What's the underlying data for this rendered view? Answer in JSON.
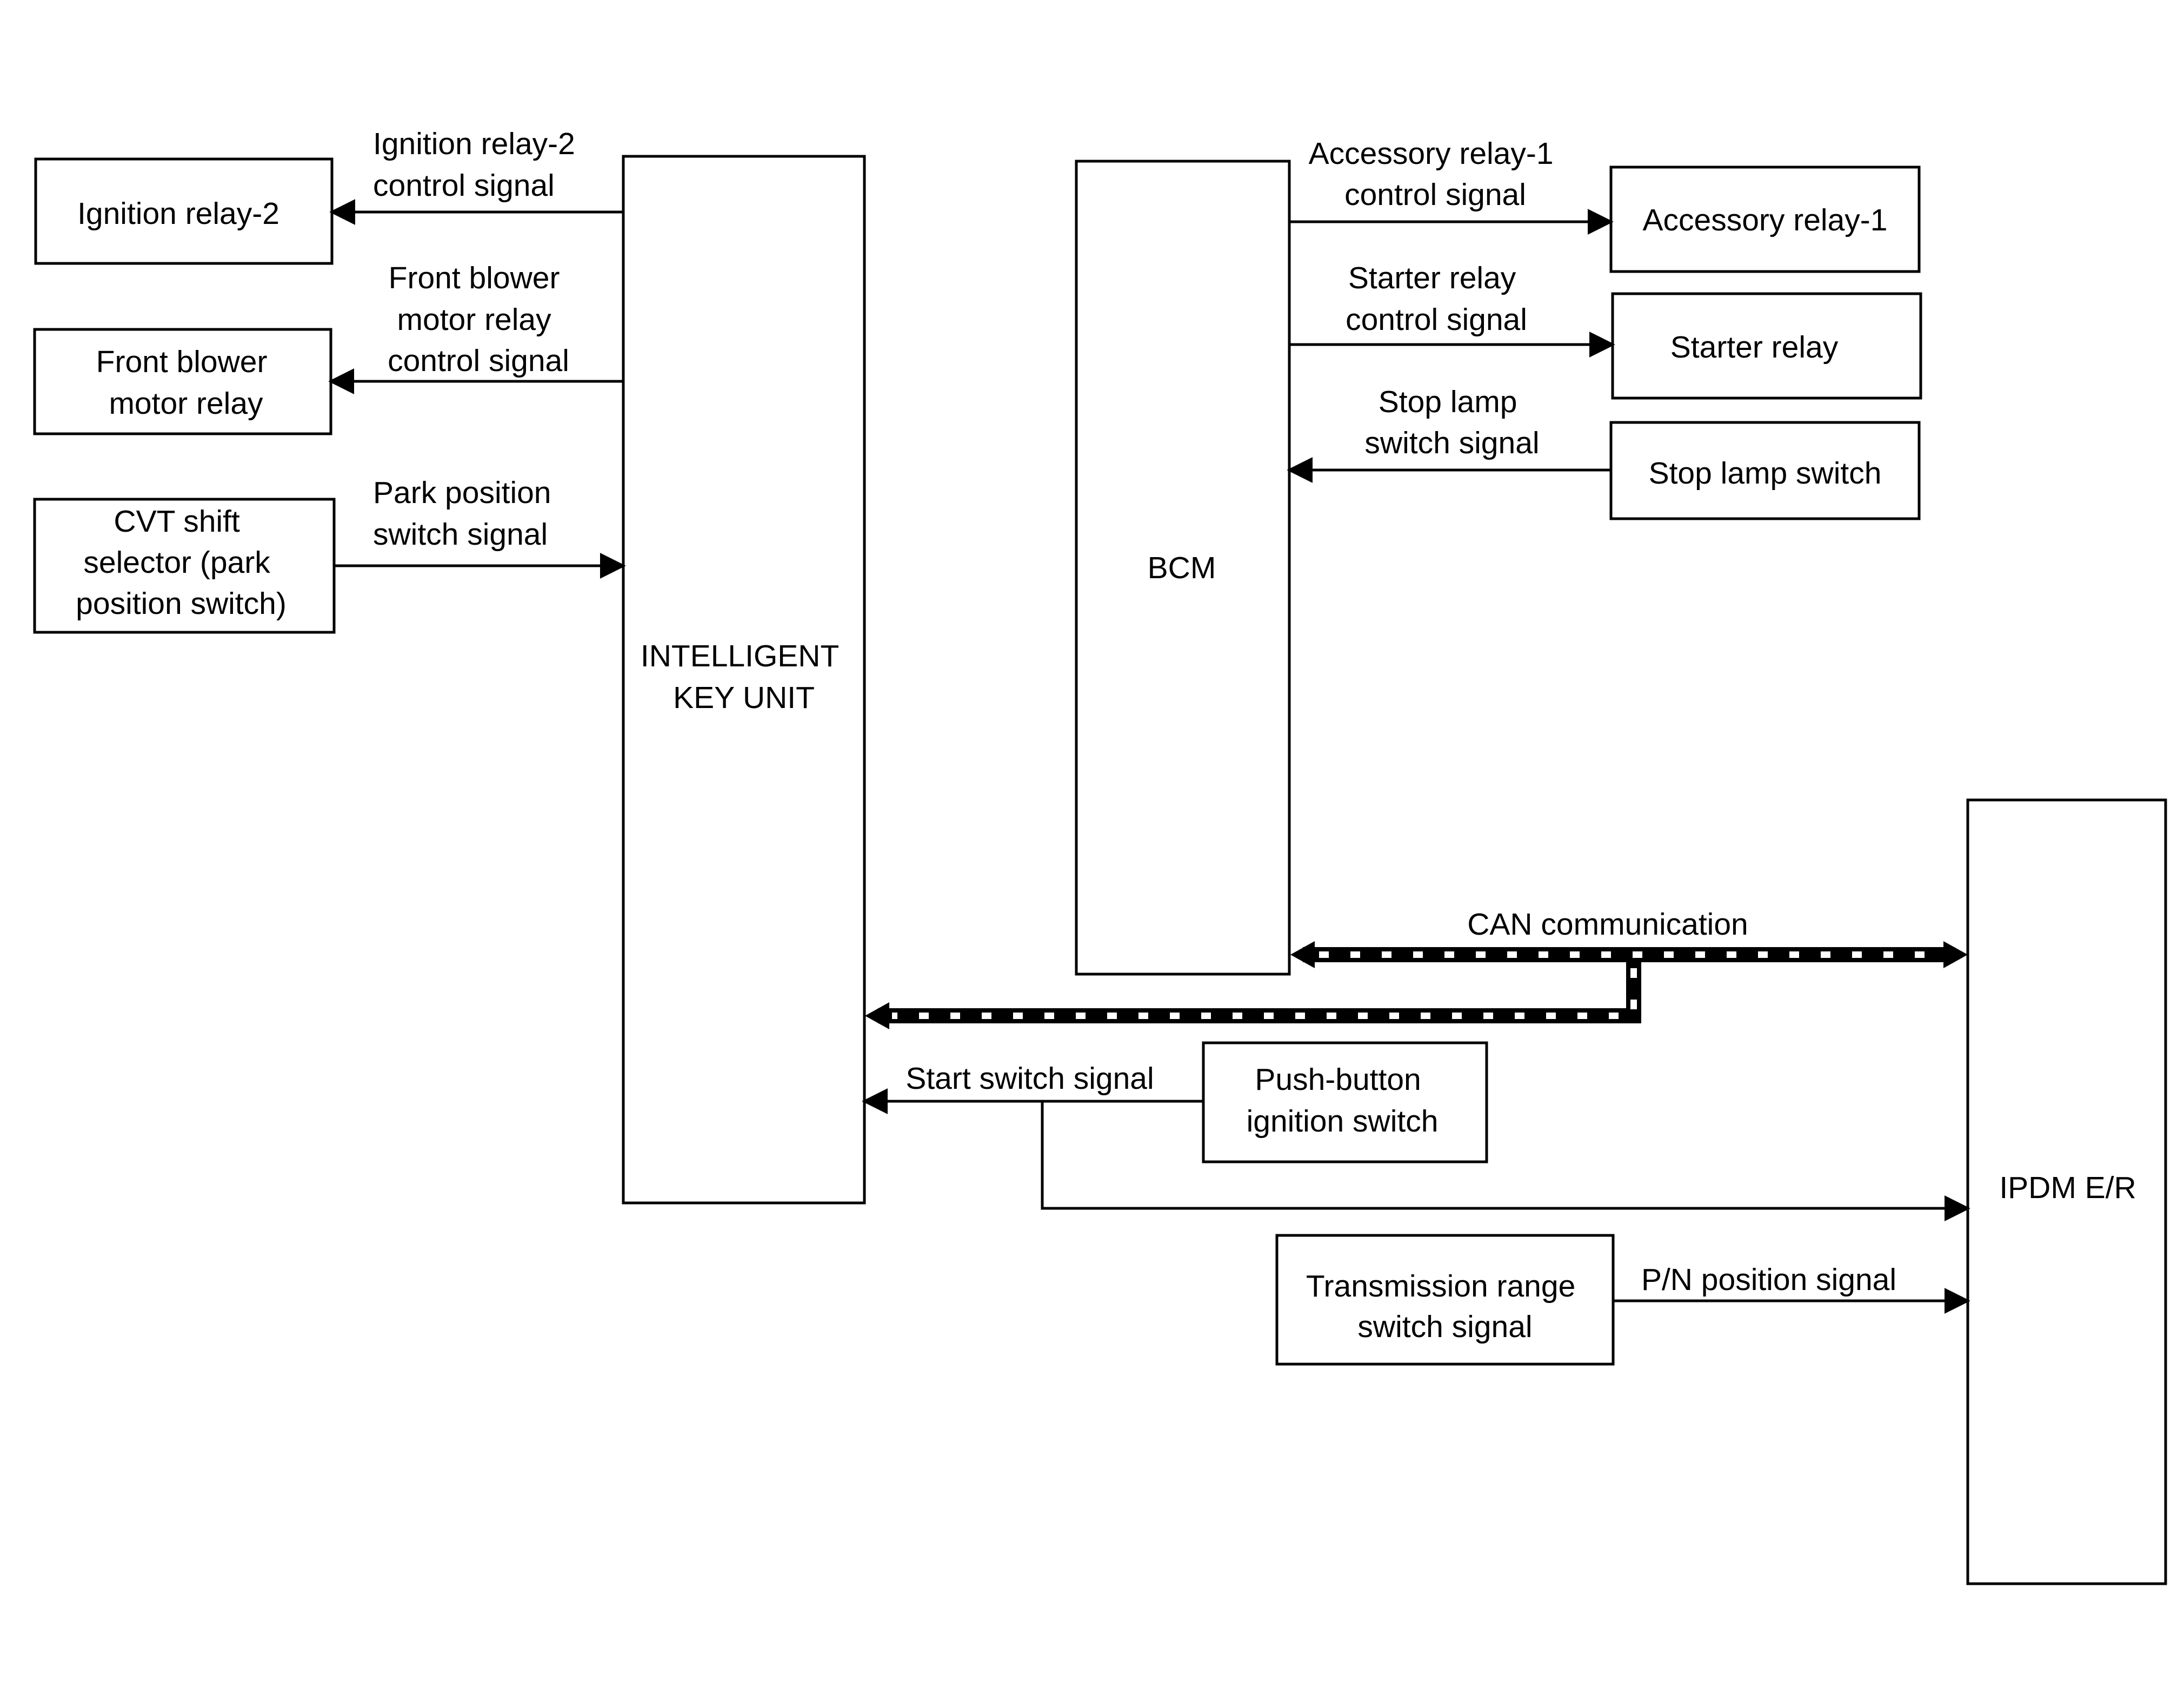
{
  "components": {
    "ignition_relay_2": [
      "Ignition relay-2"
    ],
    "front_blower_motor_relay": [
      "Front blower",
      "motor relay"
    ],
    "cvt_shift_selector": [
      "CVT shift",
      "selector (park",
      "position switch)"
    ],
    "intelligent_key_unit": [
      "INTELLIGENT",
      "KEY UNIT"
    ],
    "bcm": [
      "BCM"
    ],
    "accessory_relay_1": [
      "Accessory relay-1"
    ],
    "starter_relay": [
      "Starter relay"
    ],
    "stop_lamp_switch": [
      "Stop lamp switch"
    ],
    "push_button_ignition_switch": [
      "Push-button",
      "ignition switch"
    ],
    "transmission_range_switch": [
      "Transmission range",
      "switch signal"
    ],
    "ipdm_er": [
      "IPDM E/R"
    ]
  },
  "signals": {
    "ignition_relay_2_control": [
      "Ignition relay-2",
      "control signal"
    ],
    "front_blower_motor_relay_control": [
      "Front blower",
      "motor relay",
      "control signal"
    ],
    "park_position_switch": [
      "Park position",
      "switch signal"
    ],
    "accessory_relay_1_control": [
      "Accessory relay-1",
      "control signal"
    ],
    "starter_relay_control": [
      "Starter relay",
      "control signal"
    ],
    "stop_lamp_switch": [
      "Stop lamp",
      "switch signal"
    ],
    "can_communication": [
      "CAN communication"
    ],
    "start_switch": [
      "Start switch signal"
    ],
    "pn_position": [
      "P/N position signal"
    ]
  },
  "colors": {
    "line": "#000000",
    "background": "#ffffff"
  }
}
